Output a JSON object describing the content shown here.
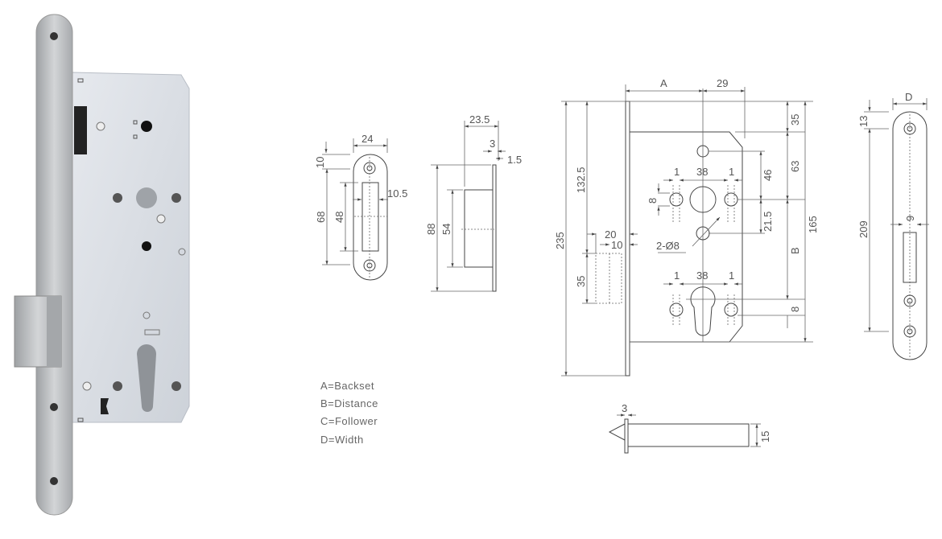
{
  "strike_plate": {
    "width": "24",
    "top_offset": "10",
    "hole_spacing": "68",
    "slot_height": "48",
    "slot_width": "10.5"
  },
  "strike_box": {
    "depth": "23.5",
    "plate": "3",
    "lip": "1.5",
    "height": "88",
    "box_height": "54"
  },
  "lock_body": {
    "backset": "A",
    "edge_to_center": "29",
    "faceplate_height": "235",
    "latch_position": "132.5",
    "latch_height": "35",
    "latch_throw": "20",
    "latch_offset": "10",
    "top_offset": "35",
    "follower_height": "63",
    "case_height": "165",
    "upper_hole": "46",
    "lower_hole": "21.5",
    "distance": "B",
    "cyl_offset": "8",
    "spacing": "38",
    "tol_left": "1",
    "tol_right": "1",
    "follower_dia_small": "8",
    "screw_holes": "2-Ø8"
  },
  "latch_side": {
    "thickness": "3",
    "height": "15"
  },
  "faceplate": {
    "width": "D",
    "top": "13",
    "spacing": "209",
    "slot_width": "9"
  },
  "legend": [
    "A=Backset",
    "B=Distance",
    "C=Follower",
    "D=Width"
  ],
  "colors": {
    "line": "#444444",
    "text": "#555555",
    "case": "#d9dde3",
    "steel": "#b5b8bb"
  }
}
